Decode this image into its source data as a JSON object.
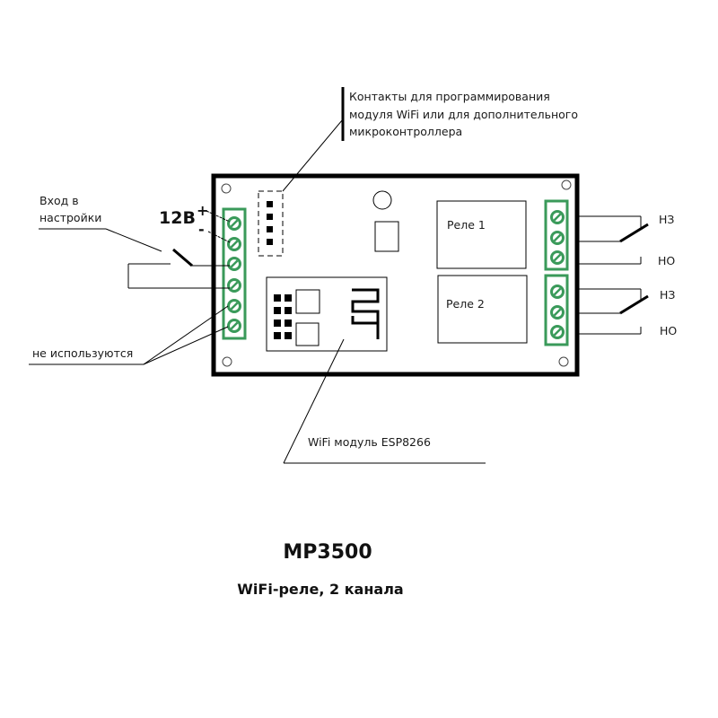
{
  "diagram": {
    "title": "MP3500",
    "subtitle": "WiFi-реле, 2 канала",
    "colors": {
      "terminal_green": "#3a9a5a",
      "outline": "#000000",
      "background": "#ffffff"
    },
    "labels": {
      "programming_contacts": [
        "Контакты для программирования",
        "модуля WiFi или для дополнительного",
        "микроконтроллера"
      ],
      "settings_input": [
        "Вход в",
        "настройки"
      ],
      "power": "12В",
      "plus": "+",
      "minus": "-",
      "unused": "не используются",
      "wifi_module": "WiFi модуль ESP8266",
      "relay1": "Реле 1",
      "relay2": "Реле 2",
      "relay1_nc": "НЗ",
      "relay1_no": "НО",
      "relay2_nc": "НЗ",
      "relay2_no": "НО"
    },
    "left_terminal_count": 6,
    "right_terminal_block_count": 2,
    "right_terminals_per_block": 3,
    "header_pin_count": 4
  }
}
